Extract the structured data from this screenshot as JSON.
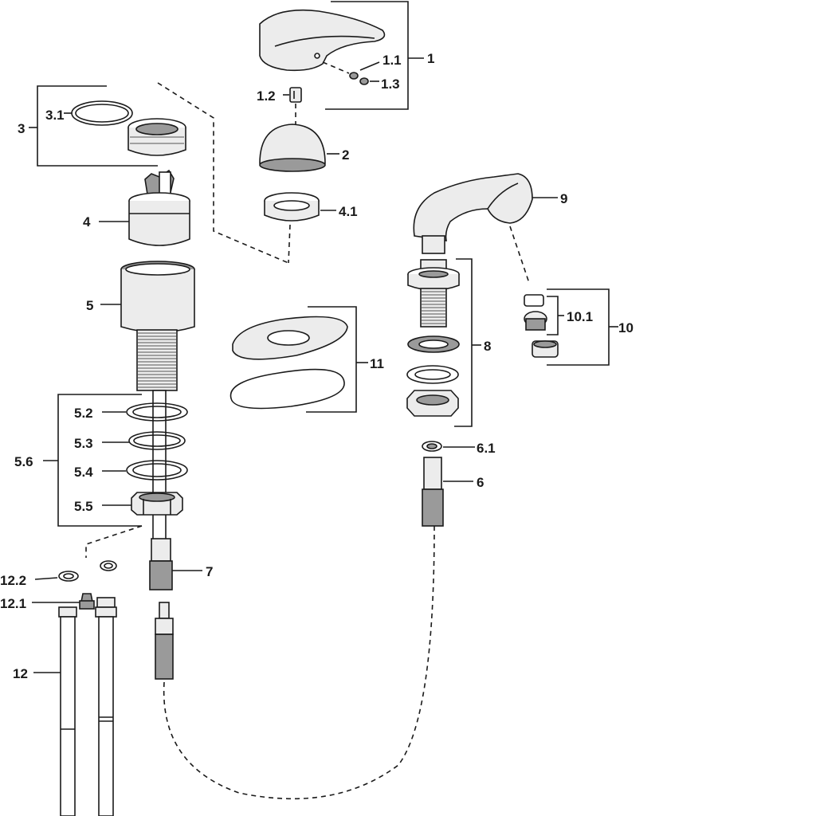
{
  "callouts": {
    "c1": "1",
    "c1_1": "1.1",
    "c1_2": "1.2",
    "c1_3": "1.3",
    "c2": "2",
    "c3": "3",
    "c3_1": "3.1",
    "c4": "4",
    "c4_1": "4.1",
    "c5": "5",
    "c5_2": "5.2",
    "c5_3": "5.3",
    "c5_4": "5.4",
    "c5_5": "5.5",
    "c5_6": "5.6",
    "c6": "6",
    "c6_1": "6.1",
    "c7": "7",
    "c8": "8",
    "c9": "9",
    "c10": "10",
    "c10_1": "10.1",
    "c11": "11",
    "c12": "12",
    "c12_1": "12.1",
    "c12_2": "12.2"
  },
  "colors": {
    "line": "#1a1a1a",
    "part_fill": "#ececec",
    "dark_fill": "#9a9a9a",
    "background": "#ffffff"
  }
}
